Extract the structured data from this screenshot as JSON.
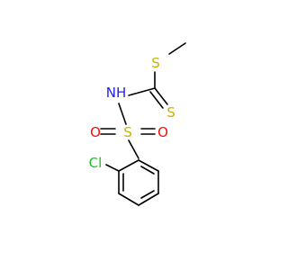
{
  "molecule": {
    "atoms": {
      "s_thio": "S",
      "s_thione": "S",
      "nh": "NH",
      "s_sulfonyl": "S",
      "o_left": "O",
      "o_right": "O",
      "cl": "Cl"
    },
    "colors": {
      "bond": "#000000",
      "sulfur": "#c8b400",
      "nitrogen": "#2222ee",
      "oxygen": "#ee1111",
      "chlorine": "#1fc21f"
    }
  }
}
